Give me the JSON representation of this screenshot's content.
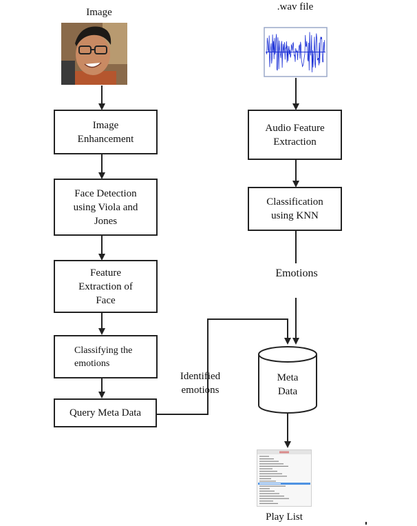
{
  "left_branch": {
    "input_label": "Image",
    "steps": [
      "Image\nEnhancement",
      "Face Detection\nusing Viola and\nJones",
      "Feature\nExtraction of\nFace",
      "Classifying the\nemotions",
      "Query Meta Data"
    ]
  },
  "right_branch": {
    "input_label": ".wav file",
    "steps": [
      "Audio Feature\nExtraction",
      "Classification\nusing KNN"
    ],
    "output_label": "Emotions"
  },
  "link_label": "Identified\nemotions",
  "database_label": "Meta\nData",
  "output_label": "Play List",
  "icons": [
    "face-photo-icon",
    "waveform-icon",
    "database-icon",
    "playlist-screenshot-icon"
  ],
  "colors": {
    "waveform": "#1a2fd6",
    "stroke": "#222222",
    "playlist_highlight": "#4a90e2"
  }
}
